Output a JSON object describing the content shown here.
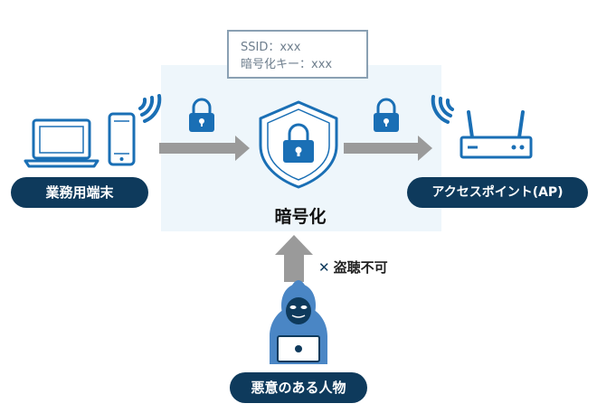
{
  "ssid_box": {
    "ssid_line": "SSID：xxx",
    "key_line": "暗号化キー：xxx"
  },
  "labels": {
    "client": "業務用端末",
    "access_point": "アクセスポイント(AP)",
    "encryption": "暗号化",
    "attacker": "悪意のある人物",
    "blocked": "盗聴不可",
    "blocked_mark": "✕"
  },
  "icons": {
    "client_laptop": "laptop-icon",
    "client_phone": "smartphone-icon",
    "client_wifi": "wifi-icon",
    "ap_wifi": "wifi-icon",
    "router": "router-icon",
    "shield": "shield-lock-icon",
    "lock_left": "lock-icon",
    "lock_right": "lock-icon",
    "attacker": "hooded-hacker-icon"
  },
  "colors": {
    "navy": "#0e3a5c",
    "blue": "#1a6fb5",
    "light_blue_area": "#eef6fb",
    "arrow_gray": "#9a9a9a",
    "hacker_blue": "#4a86c5"
  }
}
